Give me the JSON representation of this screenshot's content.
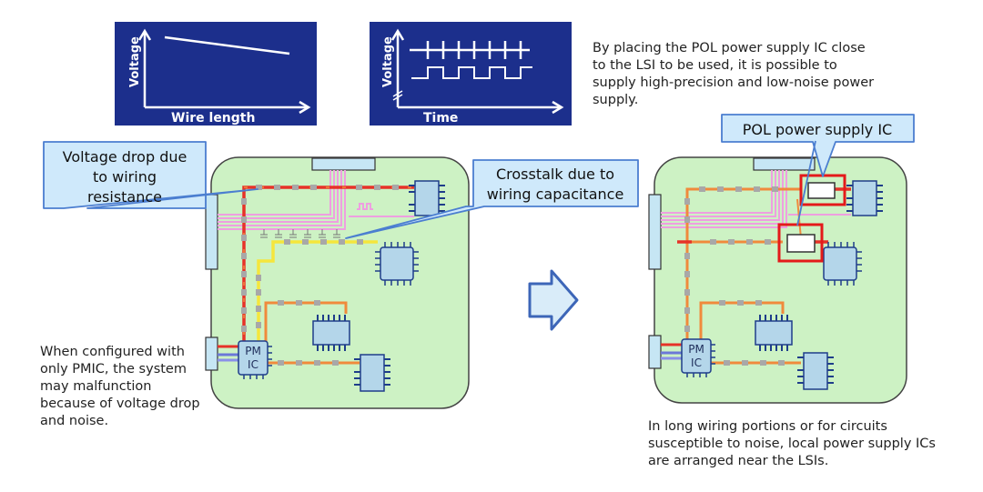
{
  "graphs": {
    "voltage_label": "Voltage",
    "wire_length_label": "Wire length",
    "time_label": "Time"
  },
  "callouts": {
    "voltage_drop": [
      "Voltage drop due",
      "to wiring",
      "resistance"
    ],
    "crosstalk": [
      "Crosstalk due to",
      "wiring capacitance"
    ],
    "pol": "POL power supply IC"
  },
  "chips": {
    "pmic_line1": "PM",
    "pmic_line2": "IC"
  },
  "texts": {
    "top_right": [
      "By placing the POL power supply IC close",
      "to the LSI to be used, it is possible to",
      "supply high-precision and low-noise power",
      "supply."
    ],
    "bottom_left": [
      "When configured with",
      "only PMIC, the system",
      "may malfunction",
      "because of voltage drop",
      "and noise."
    ],
    "bottom_right": [
      "In long wiring portions or for circuits",
      "susceptible to noise, local power supply ICs",
      "are arranged near the LSIs."
    ]
  },
  "colors": {
    "graph_bg": "#1c2f8c",
    "board_fill": "#cdf2c4",
    "callout_bg": "#cfe9fb",
    "callout_border": "#4b7ed0",
    "chip_fill": "#b4d6ea",
    "chip_border": "#1e3d8a",
    "highlight_red": "#e41a1a",
    "trace_red": "#e63228",
    "trace_orange": "#f08a3c",
    "trace_yellow": "#f5e63c",
    "trace_pink": "#ee9fe0",
    "trace_blue": "#6b78d8",
    "arrow_fill": "#d9ecf9",
    "arrow_stroke": "#3d66b8"
  }
}
